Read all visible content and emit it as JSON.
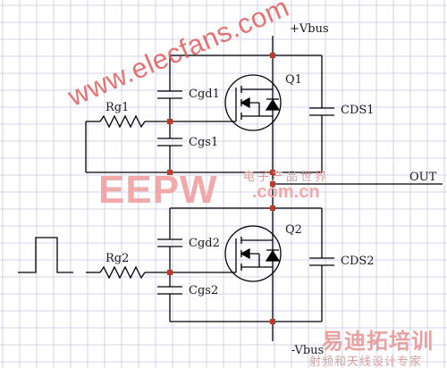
{
  "grid": {
    "line_color": "#c8c8e6",
    "background": "#ffffff"
  },
  "colors": {
    "wire": "#000000",
    "junction": "#c0392b",
    "watermark": "#e05b5b"
  },
  "labels": {
    "vbus_pos": "+Vbus",
    "vbus_neg": "-Vbus",
    "out": "OUT",
    "q1": "Q1",
    "q2": "Q2",
    "rg1": "Rg1",
    "rg2": "Rg2",
    "cgd1": "Cgd1",
    "cgs1": "Cgs1",
    "cgd2": "Cgd2",
    "cgs2": "Cgs2",
    "cds1": "CDS1",
    "cds2": "CDS2"
  },
  "watermarks": {
    "site": "www.elecfans.com",
    "brand": "EEPW",
    "cn_top": "电子产品世界",
    "domain": ".com.cn",
    "corner": "易迪拓培训",
    "corner_sub": "射频和天线设计专家"
  }
}
